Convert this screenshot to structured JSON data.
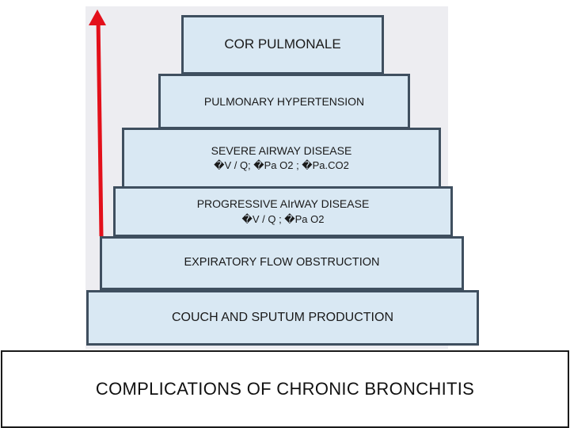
{
  "diagram": {
    "tiers": [
      {
        "label": "COR  PULMONALE",
        "sub": ""
      },
      {
        "label": "PULMONARY  HYPERTENSION",
        "sub": ""
      },
      {
        "label": "SEVERE  AIRWAY  DISEASE",
        "sub": "�V / Q;  �Pa O2 ;  �Pa.CO2"
      },
      {
        "label": "PROGRESSIVE  AIrWAY  DISEASE",
        "sub": "�V / Q ;  �Pa O2"
      },
      {
        "label": "EXPIRATORY   FLOW  OBSTRUCTION",
        "sub": ""
      },
      {
        "label": "COUCH   AND  SPUTUM   PRODUCTION",
        "sub": ""
      }
    ],
    "arrow_color": "#e3101b",
    "tier_fill": "#d9e8f3",
    "tier_border": "#3f4f5f"
  },
  "caption": "COMPLICATIONS   OF   CHRONIC   BRONCHITIS"
}
